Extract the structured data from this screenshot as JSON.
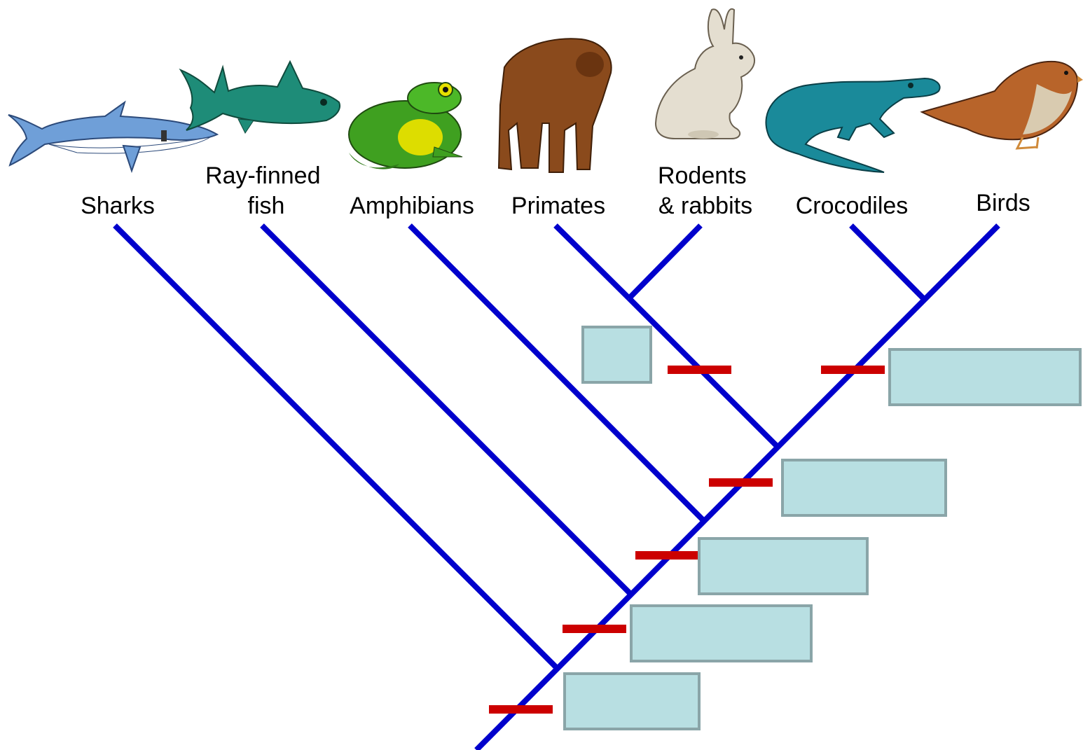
{
  "taxa": [
    {
      "id": "sharks",
      "label_lines": [
        "Sharks"
      ],
      "icon": "shark-icon"
    },
    {
      "id": "ray-finned-fish",
      "label_lines": [
        "Ray-finned",
        "fish"
      ],
      "icon": "tuna-fish-icon"
    },
    {
      "id": "amphibians",
      "label_lines": [
        "Amphibians"
      ],
      "icon": "frog-icon"
    },
    {
      "id": "primates",
      "label_lines": [
        "Primates"
      ],
      "icon": "monkey-icon"
    },
    {
      "id": "rodents-rabbits",
      "label_lines": [
        "Rodents",
        "& rabbits"
      ],
      "icon": "rabbit-icon"
    },
    {
      "id": "crocodiles",
      "label_lines": [
        "Crocodiles"
      ],
      "icon": "crocodile-icon"
    },
    {
      "id": "birds",
      "label_lines": [
        "Birds"
      ],
      "icon": "sparrow-icon"
    }
  ],
  "trait_boxes": [
    "",
    "",
    "",
    "",
    "",
    ""
  ],
  "colors": {
    "branch": "#0000cc",
    "trait_marker": "#cc0000",
    "box_fill": "#b8dfe2",
    "box_border": "#8aa5a8",
    "shark": "#6f9fd8",
    "tuna": "#1e8c78",
    "frog": "#3fa020",
    "monkey": "#8a4a1c",
    "rabbit": "#e4ded0",
    "crocodile": "#1a8a9a",
    "sparrow": "#b8642a"
  }
}
